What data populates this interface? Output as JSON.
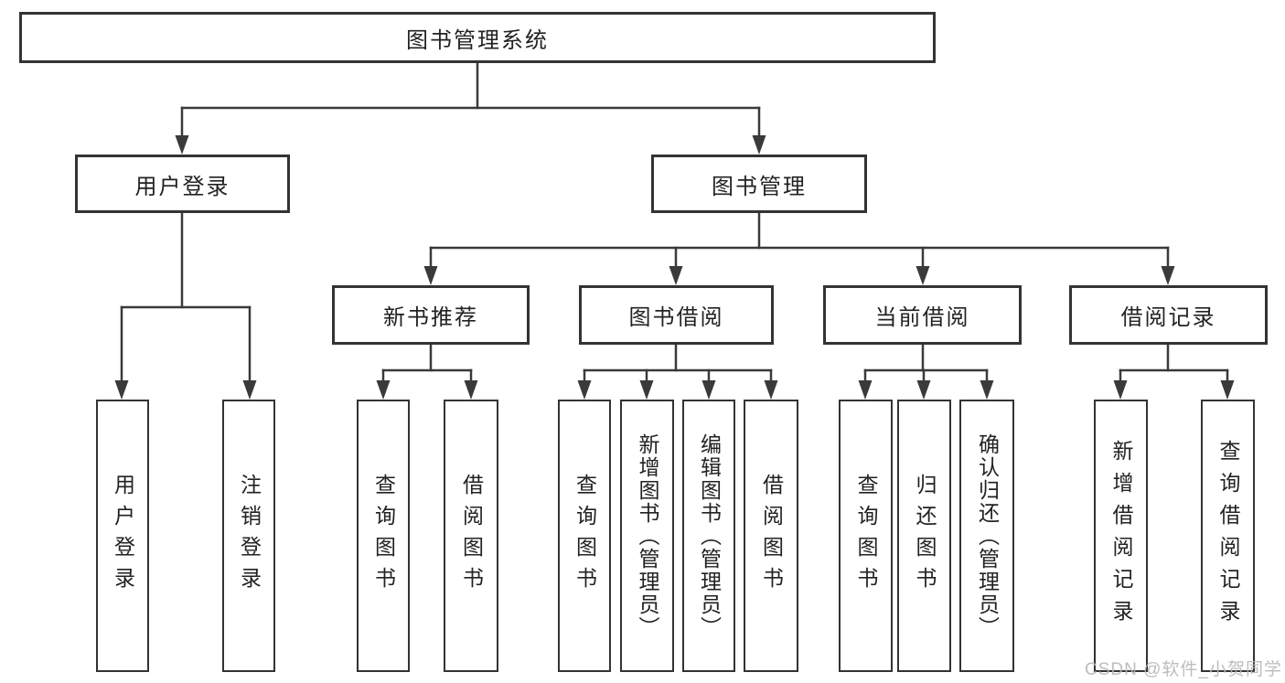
{
  "diagram": {
    "title": "图书管理系统",
    "level2": [
      "用户登录",
      "图书管理"
    ],
    "level3": [
      "新书推荐",
      "图书借阅",
      "当前借阅",
      "借阅记录"
    ],
    "leaves": [
      "用户登录",
      "注销登录",
      "查询图书",
      "借阅图书",
      "查询图书",
      "新增图书（管理员）",
      "编辑图书（管理员）",
      "借阅图书",
      "查询图书",
      "归还图书",
      "确认归还（管理员）",
      "新增借阅记录",
      "查询借阅记录"
    ],
    "watermark": "CSDN @软件_小贺同学",
    "colors": {
      "line": "#3a3a3a",
      "border": "#333333",
      "text": "#222222",
      "watermark": "#b6b6b6",
      "background": "#ffffff"
    }
  }
}
